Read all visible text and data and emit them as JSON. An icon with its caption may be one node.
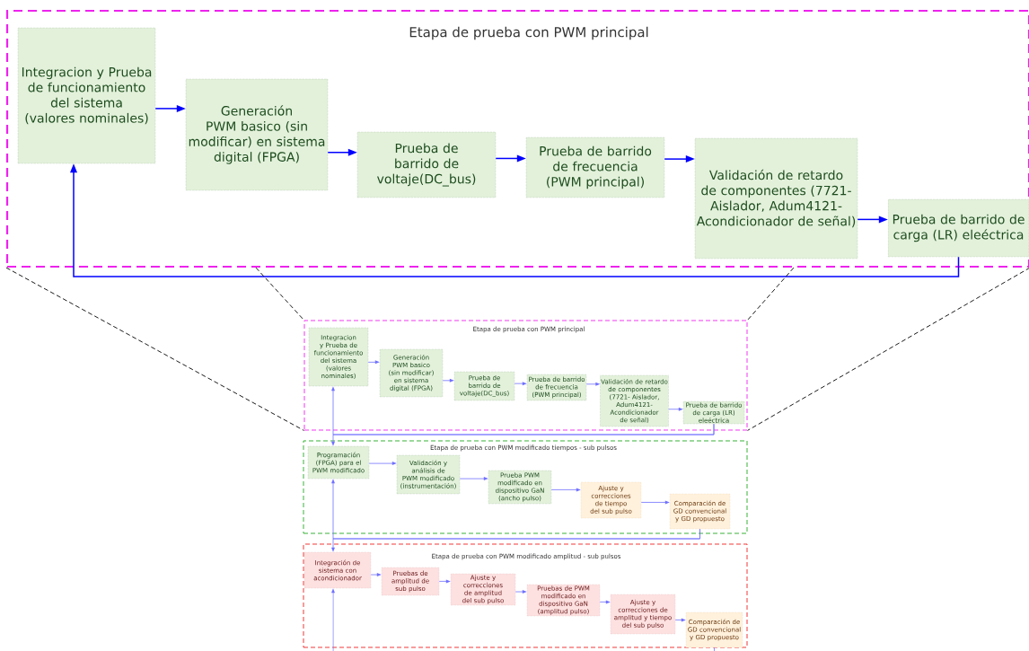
{
  "diagram": {
    "nodes": [
      {
        "text": [
          "Etapa de prueba con PWM principal"
        ]
      },
      {
        "text": [
          "Integracion y Prueba de funcionamiento del sistema (valores nominales)"
        ],
        "in": 0
      },
      {
        "text": [
          "Generación PWM basico (sin modificar) en sistema digital (FPGA)"
        ],
        "in": 0
      },
      {
        "text": [
          "Prueba de barrido de voltaje(DC_bus)"
        ],
        "in": 0
      },
      {
        "text": [
          "Prueba de barrido de frecuencia (PWM principal)"
        ],
        "in": 0
      },
      {
        "text": [
          "Validación de retardo de componentes (7721- Aislador, Adum4121- Acondicionador de señal)"
        ],
        "in": 0
      },
      {
        "text": [
          "Prueba de barrido de carga (LR) eleéctrica"
        ],
        "in": 0
      },
      {
        "text": [
          "Etapa de prueba con PWM principal"
        ]
      },
      {
        "text": [
          "Integracion y Prueba de funcionamiento del sistema (valores nominales)"
        ],
        "in": 7
      },
      {
        "text": [
          "Generación PWM basico (sin modificar) en sistema digital (FPGA)"
        ],
        "in": 7
      },
      {
        "text": [
          "Prueba de barrido de voltaje(DC_bus)"
        ],
        "in": 7
      },
      {
        "text": [
          "Prueba de barrido de frecuencia (PWM principal)"
        ],
        "in": 7
      },
      {
        "text": [
          "Validación de retardo de componentes (7721- Aislador, Adum4121- Acondicionador de señal)"
        ],
        "in": 7
      },
      {
        "text": [
          "Prueba de barrido de carga (LR) eleéctrica"
        ],
        "in": 7
      },
      {
        "text": [
          "Etapa de prueba con PWM modificado tiempos - sub pulsos"
        ]
      },
      {
        "text": [
          "Programación (FPGA) para el PWM modificado"
        ],
        "in": 14
      },
      {
        "text": [
          "Validación y análisis de PWM modificado (instrumentación)"
        ],
        "in": 14
      },
      {
        "text": [
          "Prueba PWM modificado en dispositivo GaN (ancho pulso)"
        ],
        "in": 14
      },
      {
        "text": [
          "Ajuste y correcciones de tiempo del sub pulso"
        ],
        "in": 14
      },
      {
        "text": [
          "Comparación de GD convencional y GD propuesto"
        ],
        "in": 14
      },
      {
        "text": [
          "Etapa de prueba con PWM modificado amplitud - sub pulsos"
        ]
      },
      {
        "text": [
          "Integración de sistema con acondicionador"
        ],
        "in": 20
      },
      {
        "text": [
          "Pruebas de amplitud de sub pulso"
        ],
        "in": 20
      },
      {
        "text": [
          "Ajuste y correcciones de amplitud del sub pulso"
        ],
        "in": 20
      },
      {
        "text": [
          "Pruebas de PWM modificado en dispositivo GaN (amplitud pulso)"
        ],
        "in": 20
      },
      {
        "text": [
          "Ajuste y correcciones de amplitud y tiempo del sub pulso"
        ],
        "in": 20
      },
      {
        "text": [
          "Comparación de GD convencional y GD propuesto"
        ],
        "in": 20
      }
    ],
    "edges": [
      {
        "from": 1,
        "to": 2,
        "arrow": "to",
        "color": "#0000ff"
      },
      {
        "from": 2,
        "to": 3,
        "arrow": "to",
        "color": "#0000ff"
      },
      {
        "from": 3,
        "to": 4,
        "arrow": "to",
        "color": "#0000ff"
      },
      {
        "from": 4,
        "to": 5,
        "arrow": "to",
        "color": "#0000ff"
      },
      {
        "from": 5,
        "to": 6,
        "arrow": "to",
        "color": "#0000ff"
      },
      {
        "from": 6,
        "to": 1,
        "arrow": "to",
        "color": "#0000ff"
      },
      {
        "from": 8,
        "to": 9,
        "arrow": "to"
      },
      {
        "from": 9,
        "to": 10,
        "arrow": "to"
      },
      {
        "from": 10,
        "to": 11,
        "arrow": "to"
      },
      {
        "from": 11,
        "to": 12,
        "arrow": "to"
      },
      {
        "from": 12,
        "to": 13,
        "arrow": "to"
      },
      {
        "from": 13,
        "to": 8,
        "arrow": "to"
      },
      {
        "from": 13,
        "to": 15,
        "arrow": "to"
      },
      {
        "from": 15,
        "to": 16,
        "arrow": "to"
      },
      {
        "from": 16,
        "to": 17,
        "arrow": "to"
      },
      {
        "from": 17,
        "to": 18,
        "arrow": "to"
      },
      {
        "from": 18,
        "to": 19,
        "arrow": "to"
      },
      {
        "from": 19,
        "to": 15,
        "arrow": "to"
      },
      {
        "from": 19,
        "to": 21,
        "arrow": "to"
      },
      {
        "from": 21,
        "to": 22,
        "arrow": "to"
      },
      {
        "from": 22,
        "to": 23,
        "arrow": "to"
      },
      {
        "from": 23,
        "to": 24,
        "arrow": "to"
      },
      {
        "from": 24,
        "to": 25,
        "arrow": "to"
      },
      {
        "from": 25,
        "to": 26,
        "arrow": "to"
      },
      {
        "from": 26,
        "to": null,
        "arrow": "none"
      },
      {
        "from": null,
        "to": 21,
        "arrow": "to"
      },
      {
        "from": 0,
        "to": 7,
        "arrow": "none",
        "style": "dashed",
        "color": "#000000"
      },
      {
        "from": 0,
        "to": 7,
        "arrow": "none",
        "style": "dashed",
        "color": "#000000"
      },
      {
        "from": 0,
        "to": 7,
        "arrow": "none",
        "style": "dashed",
        "color": "#000000"
      },
      {
        "from": 0,
        "to": 7,
        "arrow": "none",
        "style": "dashed",
        "color": "#000000"
      }
    ]
  }
}
